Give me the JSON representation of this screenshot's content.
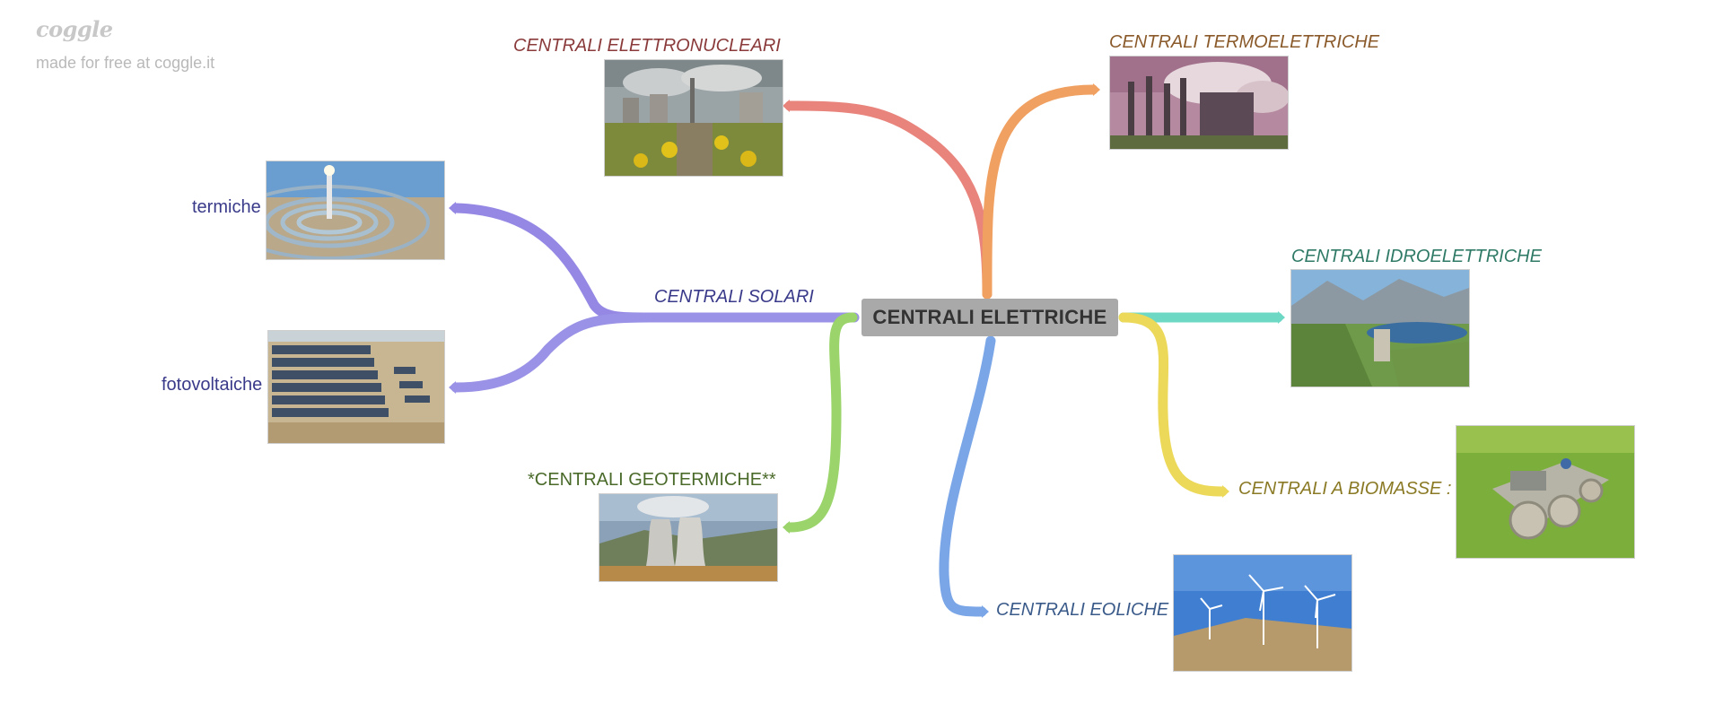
{
  "watermark": {
    "logo": "coggle",
    "subtitle": "made for free at coggle.it"
  },
  "central_node": {
    "label": "CENTRALI ELETTRICHE"
  },
  "branches": {
    "elettronucleari": {
      "label": "CENTRALI ELETTRONUCLEARI",
      "color": "#e8847c",
      "text_color": "#8a3a3a"
    },
    "termoelettriche": {
      "label": "CENTRALI TERMOELETTRICHE",
      "color": "#f0a060",
      "text_color": "#8a5a2a"
    },
    "idroelettriche": {
      "label": "CENTRALI IDROELETTRICHE",
      "color": "#6dd8c4",
      "text_color": "#2f7a66"
    },
    "biomasse": {
      "label": "CENTRALI A BIOMASSE :",
      "color": "#ecd95a",
      "text_color": "#8a7a25"
    },
    "eoliche": {
      "label": "CENTRALI EOLICHE",
      "color": "#7aa6e8",
      "text_color": "#3a5a8a"
    },
    "geotermiche": {
      "label": "*CENTRALI GEOTERMICHE**",
      "color": "#9ad46a",
      "text_color": "#4a6a2a"
    },
    "solari": {
      "label": "CENTRALI SOLARI",
      "color": "#9a92e6",
      "text_color": "#3a3a8a",
      "children": {
        "termiche": "termiche",
        "fotovoltaiche": "fotovoltaiche"
      }
    }
  }
}
